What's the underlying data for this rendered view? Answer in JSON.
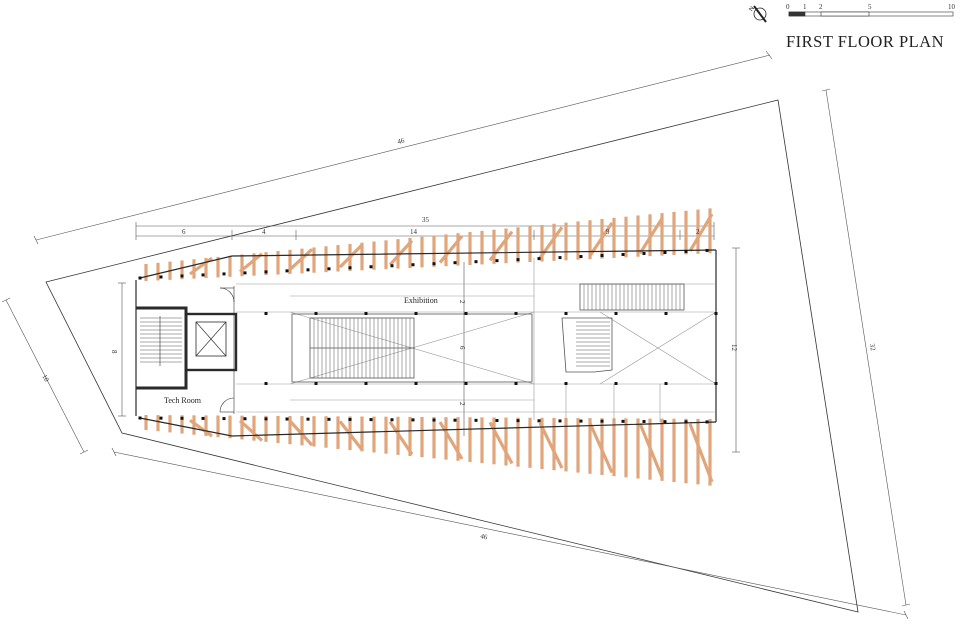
{
  "title": "FIRST FLOOR PLAN",
  "north_arrow": {
    "label": "N",
    "icon": "north-arrow-icon"
  },
  "scale_bar": {
    "ticks": [
      "0",
      "1",
      "2",
      "5",
      "10"
    ]
  },
  "dimensions": {
    "site_top": "46",
    "site_bottom": "46",
    "site_left": "10",
    "site_right": "32",
    "overall_length": "35",
    "seg_a": "6",
    "seg_b": "4",
    "seg_c": "14",
    "seg_d": "9",
    "seg_e": "2",
    "height_left": "8",
    "height_right": "12",
    "mid_top": "2",
    "mid_center": "6",
    "mid_bottom": "2"
  },
  "rooms": {
    "exhibition": "Exhibition",
    "tech_room": "Tech Room"
  },
  "colors": {
    "timber": "#e0a57a",
    "line": "#2a2a2a",
    "light_line": "#9a9a9a",
    "column": "#111111"
  }
}
